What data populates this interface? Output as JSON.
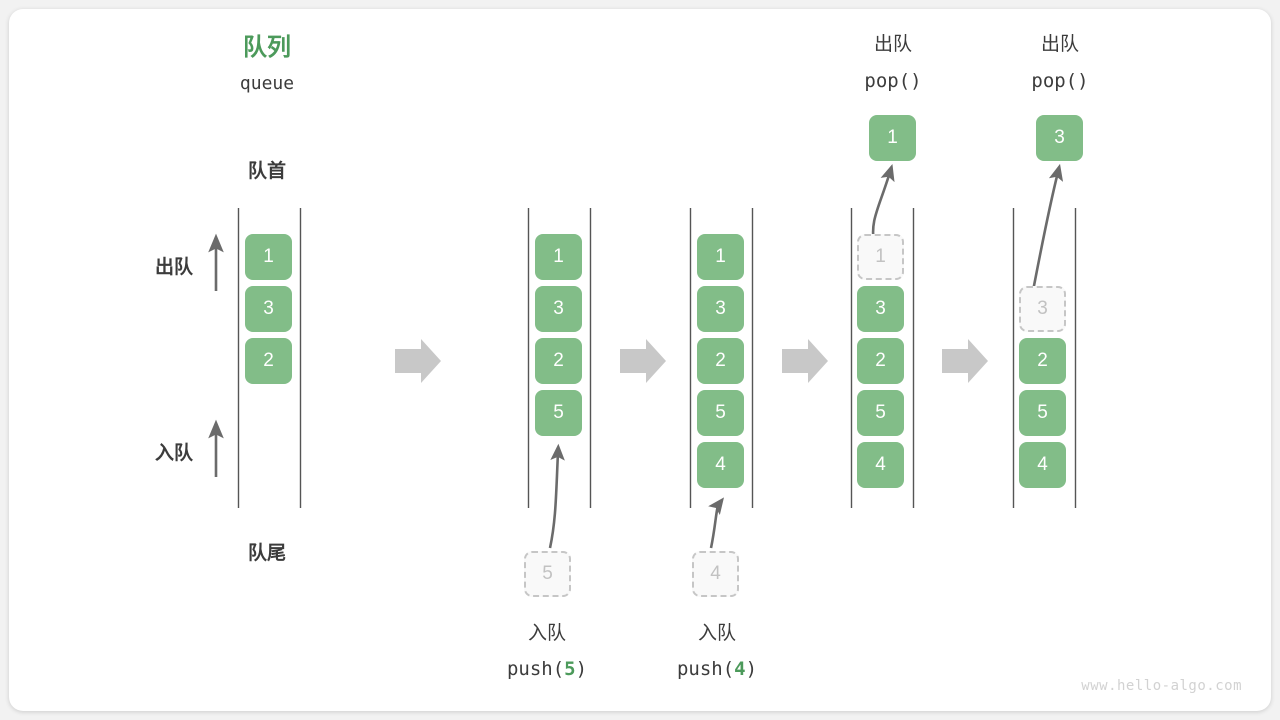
{
  "meta": {
    "domain": "diagram",
    "watermark": "www.hello-algo.com",
    "colors": {
      "accent_green": "#82bd88",
      "title_green": "#4c9a5b",
      "text_dark": "#3c3c3c",
      "rail_gray": "#555555",
      "ghost_border": "#c6c6c6",
      "ghost_text": "#c2c2c2",
      "arrow_gray": "#6b6b6b",
      "step_arrow_gray": "#c8c8c8",
      "card_bg": "#ffffff",
      "page_bg": "#f2f2f2"
    }
  },
  "header": {
    "title_cn": "队列",
    "title_en": "queue"
  },
  "annotations": {
    "front_label": "队首",
    "rear_label": "队尾",
    "dequeue_label": "出队",
    "enqueue_label": "入队"
  },
  "operations": [
    {
      "id": "push-5",
      "kind": "enqueue",
      "label_cn": "入队",
      "code_prefix": "push(",
      "code_value": "5",
      "code_suffix": ")",
      "value": "5"
    },
    {
      "id": "push-4",
      "kind": "enqueue",
      "label_cn": "入队",
      "code_prefix": "push(",
      "code_value": "4",
      "code_suffix": ")",
      "value": "4"
    },
    {
      "id": "pop-1",
      "kind": "dequeue",
      "label_cn": "出队",
      "code": "pop()",
      "value": "1"
    },
    {
      "id": "pop-3",
      "kind": "dequeue",
      "label_cn": "出队",
      "code": "pop()",
      "value": "3"
    }
  ],
  "queues": [
    {
      "id": "queue-state-0",
      "cells": [
        "1",
        "3",
        "2"
      ],
      "ghost": null,
      "incoming": null,
      "popped": null
    },
    {
      "id": "queue-state-1",
      "cells": [
        "1",
        "3",
        "2",
        "5"
      ],
      "ghost": null,
      "incoming": "5",
      "popped": null
    },
    {
      "id": "queue-state-2",
      "cells": [
        "1",
        "3",
        "2",
        "5",
        "4"
      ],
      "ghost": null,
      "incoming": "4",
      "popped": null
    },
    {
      "id": "queue-state-3",
      "cells": [
        "3",
        "2",
        "5",
        "4"
      ],
      "ghost": {
        "value": "1",
        "slot": 0
      },
      "incoming": null,
      "popped": "1"
    },
    {
      "id": "queue-state-4",
      "cells": [
        "2",
        "5",
        "4"
      ],
      "ghost": {
        "value": "3",
        "slot": 1
      },
      "incoming": null,
      "popped": "3"
    }
  ],
  "step_arrows": [
    {
      "id": "step-arrow-1"
    },
    {
      "id": "step-arrow-2"
    },
    {
      "id": "step-arrow-3"
    },
    {
      "id": "step-arrow-4"
    }
  ]
}
